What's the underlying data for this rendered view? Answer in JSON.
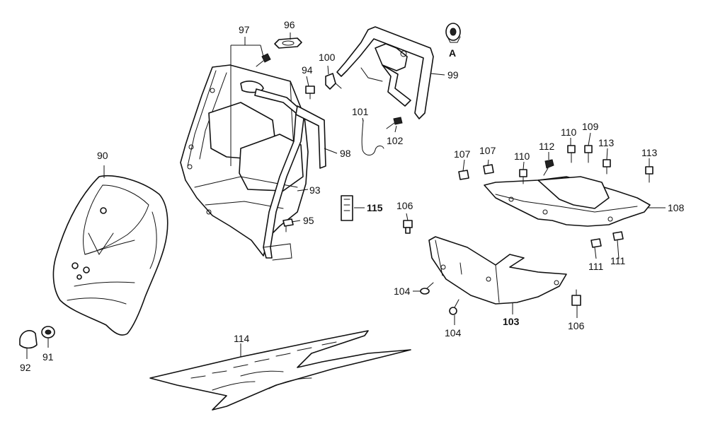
{
  "diagram": {
    "callouts": {
      "c90": "90",
      "c91": "91",
      "c92": "92",
      "c93": "93",
      "c94": "94",
      "c95": "95",
      "c96": "96",
      "c97": "97",
      "c98": "98",
      "c99": "99",
      "c100": "100",
      "c101": "101",
      "c102": "102",
      "c103": "103",
      "c104a": "104",
      "c104b": "104",
      "c106a": "106",
      "c106b": "106",
      "c107a": "107",
      "c107b": "107",
      "c108": "108",
      "c109": "109",
      "c110a": "110",
      "c110b": "110",
      "c111a": "111",
      "c111b": "111",
      "c112": "112",
      "c113a": "113",
      "c113b": "113",
      "c114": "114",
      "c115": "115",
      "cA": "A"
    }
  }
}
